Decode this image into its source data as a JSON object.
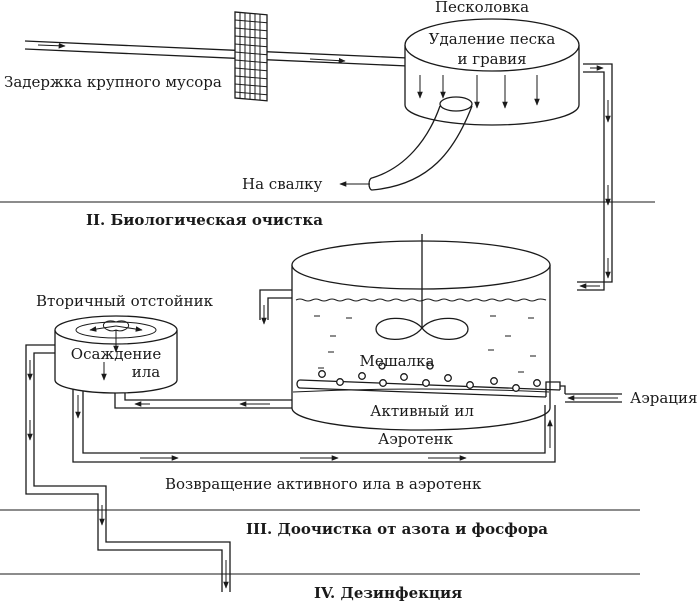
{
  "labels": {
    "grit_chamber": "Песколовка",
    "grit_removal_1": "Удаление песка",
    "grit_removal_2": "и гравия",
    "coarse_debris": "Задержка крупного мусора",
    "to_landfill": "На свалку",
    "secondary_clarifier": "Вторичный отстойник",
    "settling_1": "Осаждение",
    "settling_2": "ила",
    "mixer": "Мешалка",
    "activated_sludge": "Активный ил",
    "aeration": "Аэрация",
    "aeration_tank": "Аэротенк",
    "sludge_return": "Возвращение активного ила в аэротенк"
  },
  "stages": {
    "stage2": "II. Биологическая очистка",
    "stage3": "III. Доочистка от азота и фосфора",
    "stage4": "IV. Дезинфекция"
  }
}
